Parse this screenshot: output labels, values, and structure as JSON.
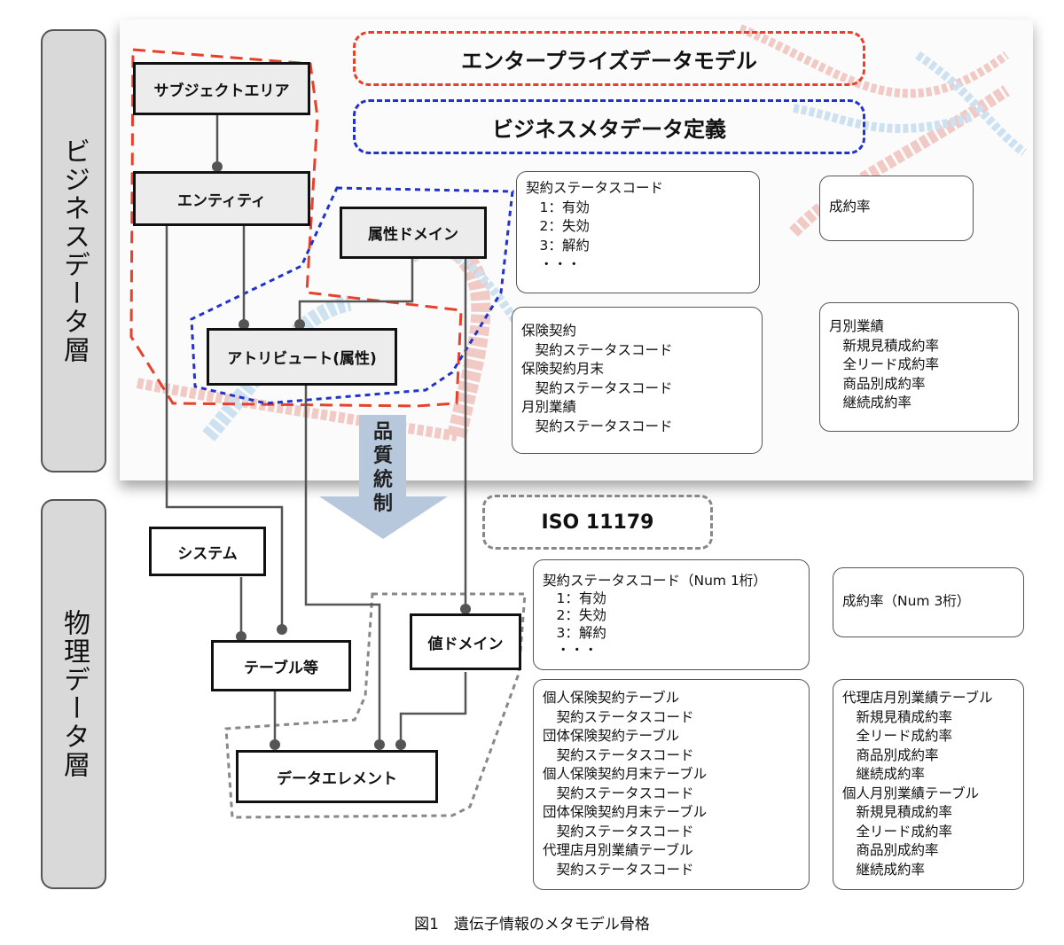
{
  "layers": {
    "business": "ビジネスデータ層",
    "physical": "物理データ層"
  },
  "titles": {
    "enterprise_model": "エンタープライズデータモデル",
    "business_meta": "ビジネスメタデータ定義",
    "iso": "ISO 11179",
    "quality": [
      "品",
      "質",
      "統",
      "制"
    ]
  },
  "entities": {
    "subject_area": "サブジェクトエリア",
    "entity": "エンティティ",
    "attr_domain": "属性ドメイン",
    "attribute": "アトリビュート(属性)",
    "system": "システム",
    "table": "テーブル等",
    "value_domain": "値ドメイン",
    "data_element": "データエレメント"
  },
  "notes": {
    "contract_status": [
      "契約ステータスコード",
      "　1：有効",
      "　2：失効",
      "　3：解約",
      "　・・・"
    ],
    "success_rate": [
      "成約率"
    ],
    "business_usage": [
      "保険契約",
      "　契約ステータスコード",
      "保険契約月末",
      "　契約ステータスコード",
      "月別業績",
      "　契約ステータスコード"
    ],
    "monthly_perf": [
      "月別業績",
      "　新規見積成約率",
      "　全リード成約率",
      "　商品別成約率",
      "　継続成約率"
    ],
    "phys_contract_status": [
      "契約ステータスコード（Num 1桁）",
      "　1：有効",
      "　2：失効",
      "　3：解約",
      "　・・・"
    ],
    "phys_success_rate": [
      "成約率（Num 3桁）"
    ],
    "phys_tables": [
      "個人保険契約テーブル",
      "　契約ステータスコード",
      "団体保険契約テーブル",
      "　契約ステータスコード",
      "個人保険契約月末テーブル",
      "　契約ステータスコード",
      "団体保険契約月末テーブル",
      "　契約ステータスコード",
      "代理店月別業績テーブル",
      "　契約ステータスコード"
    ],
    "phys_perf_tables": [
      "代理店月別業績テーブル",
      "　新規見積成約率",
      "　全リード成約率",
      "　商品別成約率",
      "　継続成約率",
      "個人月別業績テーブル",
      "　新規見積成約率",
      "　全リード成約率",
      "　商品別成約率",
      "　継続成約率"
    ]
  },
  "caption": "図1　遺伝子情報のメタモデル骨格",
  "colors": {
    "red_dash": "#e8402a",
    "blue_dash": "#2233cc",
    "gray_dash": "#888888",
    "connector": "#555555",
    "arrow": "#b7c7dc",
    "dna_red": "#e9a199",
    "dna_blue": "#a9cde8"
  }
}
